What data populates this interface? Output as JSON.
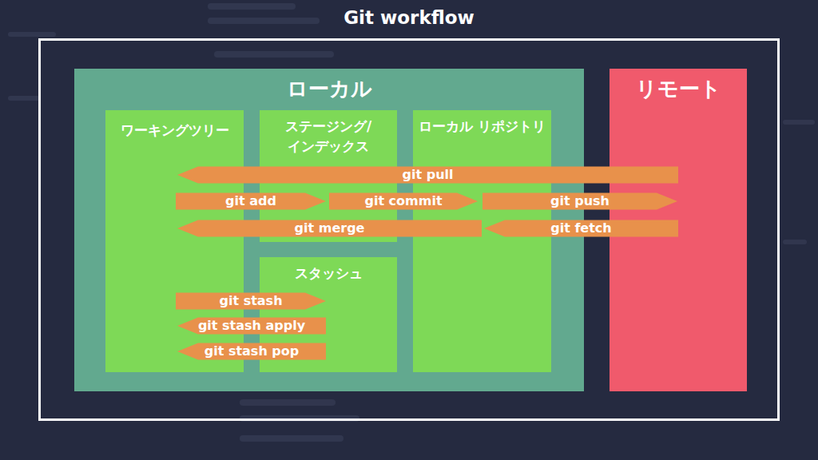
{
  "diagram": {
    "title": "Git workflow",
    "nodes": [
      {
        "text": [
          "ローカル"
        ]
      },
      {
        "text": [
          "ワーキングツリー"
        ],
        "in": 0
      },
      {
        "text": [
          "ステージング/ インデックス"
        ],
        "in": 0
      },
      {
        "text": [
          "ローカル リポジトリ"
        ],
        "in": 0
      },
      {
        "text": [
          "スタッシュ"
        ],
        "in": 0
      },
      {
        "text": [
          "リモート"
        ]
      }
    ],
    "edges": [
      {
        "from": 5,
        "to": 1,
        "label": "git pull",
        "arrow": "to"
      },
      {
        "from": 1,
        "to": 2,
        "label": "git add",
        "arrow": "to"
      },
      {
        "from": 2,
        "to": 3,
        "label": "git commit",
        "arrow": "to"
      },
      {
        "from": 3,
        "to": 5,
        "label": "git push",
        "arrow": "to"
      },
      {
        "from": 3,
        "to": 1,
        "label": "git merge",
        "arrow": "to"
      },
      {
        "from": 5,
        "to": 3,
        "label": "git fetch",
        "arrow": "to"
      },
      {
        "from": 1,
        "to": 4,
        "label": "git stash",
        "arrow": "to"
      },
      {
        "from": 4,
        "to": 1,
        "label": "git stash apply",
        "arrow": "to"
      },
      {
        "from": 4,
        "to": 1,
        "label": "git stash pop",
        "arrow": "to"
      }
    ]
  }
}
